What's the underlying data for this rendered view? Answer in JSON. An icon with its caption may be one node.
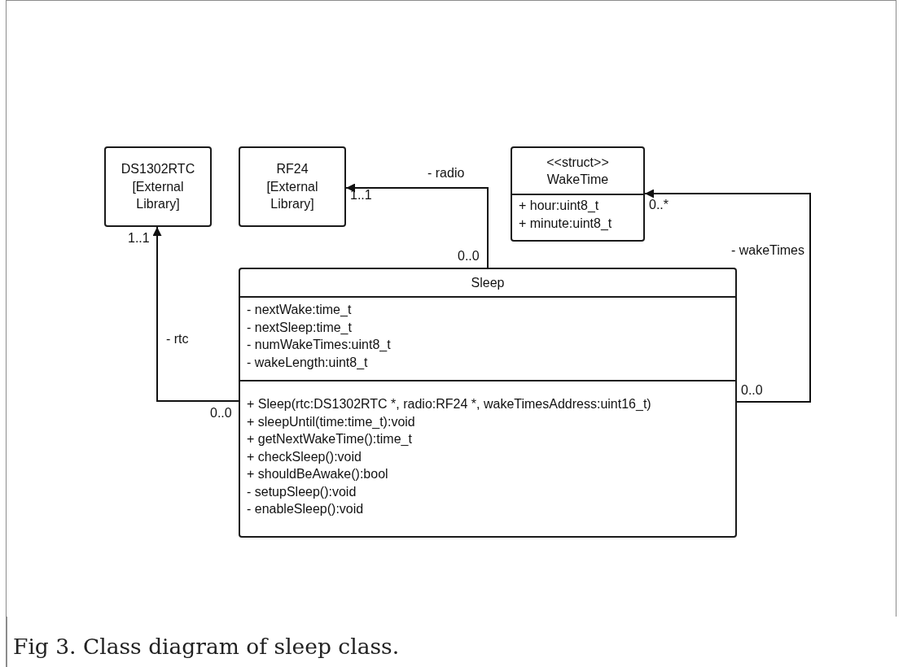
{
  "diagram": {
    "caption": "Fig 3. Class diagram of sleep class.",
    "nodes": [
      {
        "text": [
          "DS1302RTC",
          "[External Library]"
        ]
      },
      {
        "text": [
          "RF24",
          "[External Library]"
        ]
      },
      {
        "text": [
          "<<struct>>",
          "WakeTime",
          "+ hour:uint8_t",
          "+ minute:uint8_t"
        ]
      },
      {
        "text": [
          "Sleep",
          "- nextWake:time_t",
          "- nextSleep:time_t",
          "- numWakeTimes:uint8_t",
          "- wakeLength:uint8_t",
          "+ Sleep(rtc:DS1302RTC *, radio:RF24 *, wakeTimesAddress:uint16_t)",
          "+ sleepUntil(time:time_t):void",
          "+ getNextWakeTime():time_t",
          "+ checkSleep():void",
          "+ shouldBeAwake():bool",
          "- setupSleep():void",
          "- enableSleep():void"
        ]
      }
    ],
    "edges": [
      {
        "from": 3,
        "to": 0,
        "arrow": "to",
        "label": "- rtc"
      },
      {
        "from": 3,
        "to": 1,
        "arrow": "to",
        "label": "- radio"
      },
      {
        "from": 3,
        "to": 2,
        "arrow": "to",
        "label": "- wakeTimes"
      }
    ],
    "labels": [
      "1..1",
      "0..*",
      "1..1",
      "0..0",
      "0..0",
      "0..0"
    ]
  }
}
